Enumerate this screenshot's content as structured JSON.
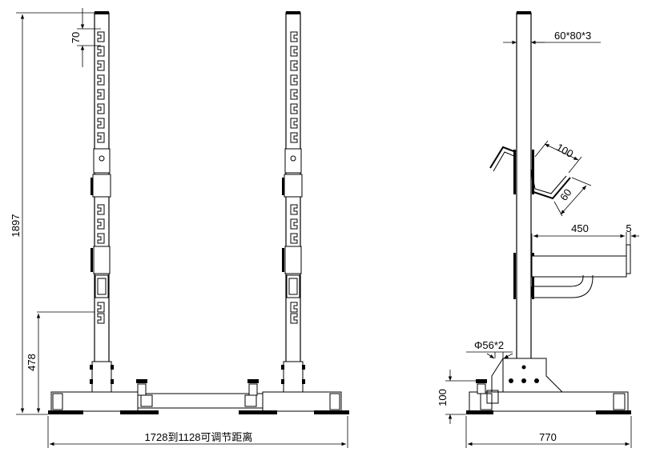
{
  "dimensions": {
    "total_height": "1897",
    "slot_pitch": "70",
    "lower_height": "478",
    "width_adjustable": "1728到1128可调节距离",
    "tube_size": "60*80*3",
    "hook_width": "100",
    "hook_depth": "60",
    "arm_length": "450",
    "arm_end": "5",
    "pipe_size": "Φ56*2",
    "base_height": "100",
    "base_depth": "770"
  }
}
